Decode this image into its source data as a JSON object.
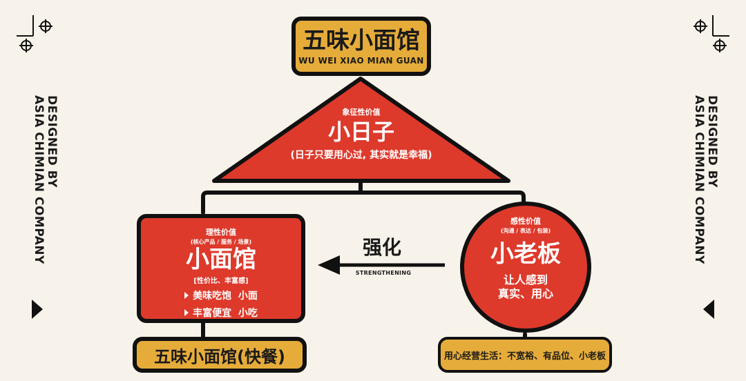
{
  "side_text": {
    "line1": "DESIGNED BY",
    "line2": "ASIA CHIMIAN COMPANY"
  },
  "top_box": {
    "title": "五味小面馆",
    "subtitle": "WU WEI XIAO MIAN GUAN"
  },
  "triangle": {
    "caption": "象征性价值",
    "title": "小日子",
    "note": "(日子只要用心过, 其实就是幸福)"
  },
  "left_box": {
    "caption": "理性价值",
    "sub_caption": "(核心产品 / 服务 / 场景)",
    "title": "小面馆",
    "note": "[性价比、丰富感]",
    "bullets": [
      "美味吃饱  小面",
      "丰富便宜  小吃"
    ]
  },
  "arrow": {
    "label": "强化",
    "sub_label": "STRENGTHENING"
  },
  "circle": {
    "caption": "感性价值",
    "sub_caption": "(沟通 / 表达 / 包装)",
    "title": "小老板",
    "line1": "让人感到",
    "line2": "真实、用心"
  },
  "bottom_left_box": {
    "label": "五味小面馆(快餐)"
  },
  "bottom_right_box": {
    "label": "用心经营生活：不宽裕、有品位、小老板"
  },
  "colors": {
    "background": "#f8f3ea",
    "red": "#dd3a2c",
    "yellow": "#e6ac3a",
    "outline": "#111111"
  },
  "icons": [
    "crosshair-icon",
    "triangle-play-icon"
  ]
}
